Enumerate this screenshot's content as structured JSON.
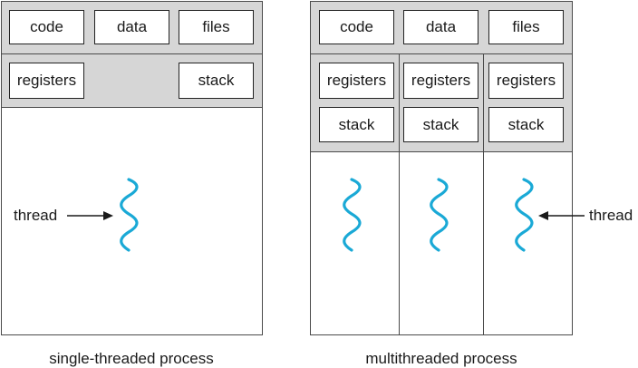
{
  "colors": {
    "thread": "#1aa9d6",
    "band": "#d6d6d6",
    "stroke": "#4a4a4a"
  },
  "single": {
    "top_boxes": [
      "code",
      "data",
      "files"
    ],
    "registers": "registers",
    "stack": "stack",
    "thread_label": "thread",
    "caption": "single-threaded process"
  },
  "multi": {
    "top_boxes": [
      "code",
      "data",
      "files"
    ],
    "registers": [
      "registers",
      "registers",
      "registers"
    ],
    "stacks": [
      "stack",
      "stack",
      "stack"
    ],
    "thread_label": "thread",
    "caption": "multithreaded process"
  }
}
